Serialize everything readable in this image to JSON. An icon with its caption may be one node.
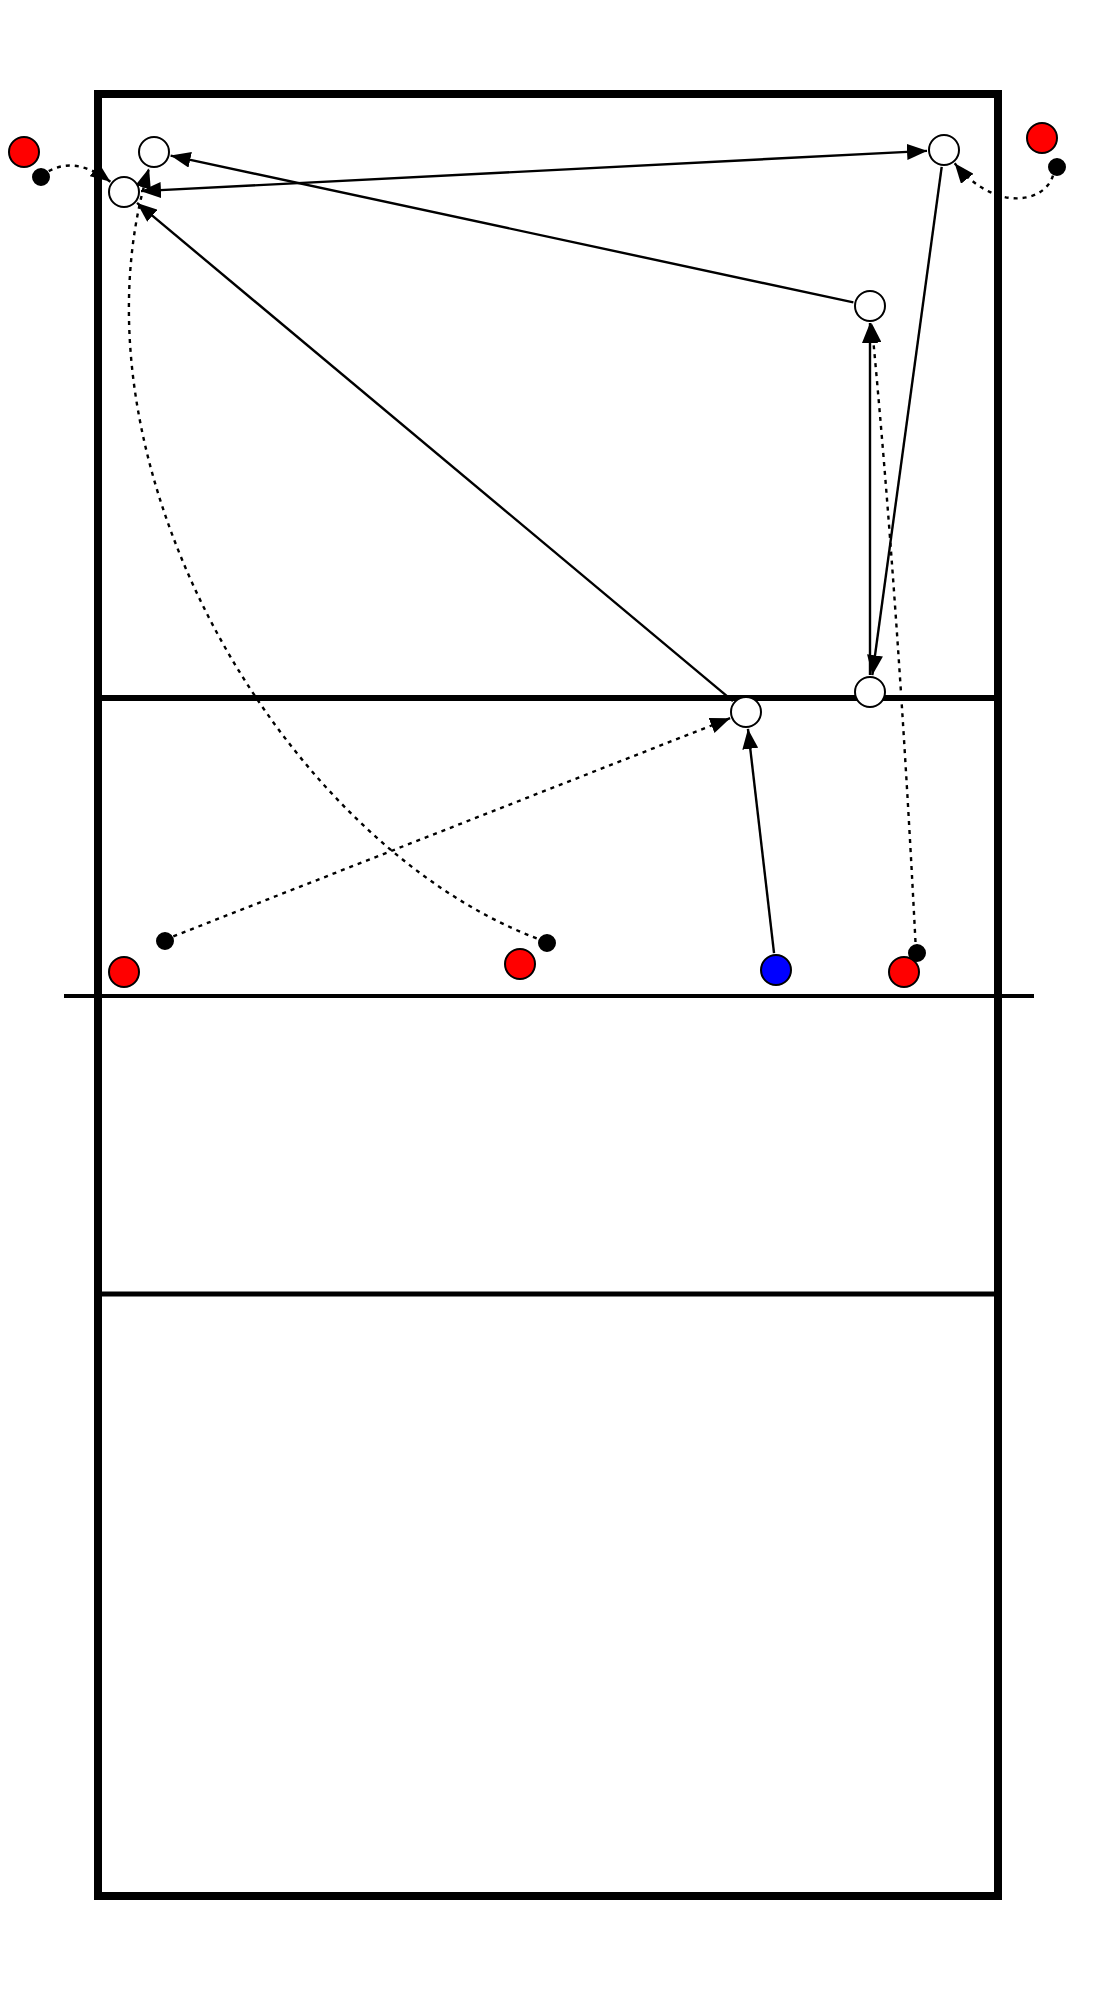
{
  "diagram": {
    "nodes": [
      {
        "text": [],
        "shape": "circle"
      },
      {
        "text": [],
        "shape": "circle"
      },
      {
        "text": [],
        "shape": "circle"
      },
      {
        "text": [],
        "shape": "circle"
      },
      {
        "text": [],
        "shape": "circle"
      },
      {
        "text": [],
        "shape": "circle"
      },
      {
        "text": [],
        "shape": "circle"
      },
      {
        "text": [],
        "shape": "circle"
      },
      {
        "text": [],
        "shape": "circle"
      },
      {
        "text": [],
        "shape": "circle"
      },
      {
        "text": [],
        "shape": "circle"
      },
      {
        "text": [],
        "shape": "circle"
      },
      {
        "text": [],
        "shape": "circle"
      },
      {
        "text": [],
        "shape": "circle"
      },
      {
        "text": [],
        "shape": "circle"
      },
      {
        "text": [],
        "shape": "circle"
      },
      {
        "text": [],
        "shape": "circle"
      }
    ],
    "edges": [
      {
        "from": 1,
        "to": 2,
        "arrow": "to",
        "style": "dashed"
      },
      {
        "from": 6,
        "to": 4,
        "arrow": "to",
        "style": "dashed"
      },
      {
        "from": 13,
        "to": 3,
        "arrow": "to",
        "style": "dashed"
      },
      {
        "from": 11,
        "to": 8,
        "arrow": "to",
        "style": "dashed"
      },
      {
        "from": 16,
        "to": 7,
        "arrow": "to",
        "style": "dashed"
      },
      {
        "from": 14,
        "to": 8,
        "arrow": "to"
      },
      {
        "from": 8,
        "to": 2,
        "arrow": "to"
      },
      {
        "from": 7,
        "to": 3,
        "arrow": "to"
      },
      {
        "from": 2,
        "to": 4,
        "arrow": "both"
      },
      {
        "from": 4,
        "to": 9,
        "arrow": "to"
      },
      {
        "from": 9,
        "to": 7,
        "arrow": "to"
      }
    ]
  }
}
